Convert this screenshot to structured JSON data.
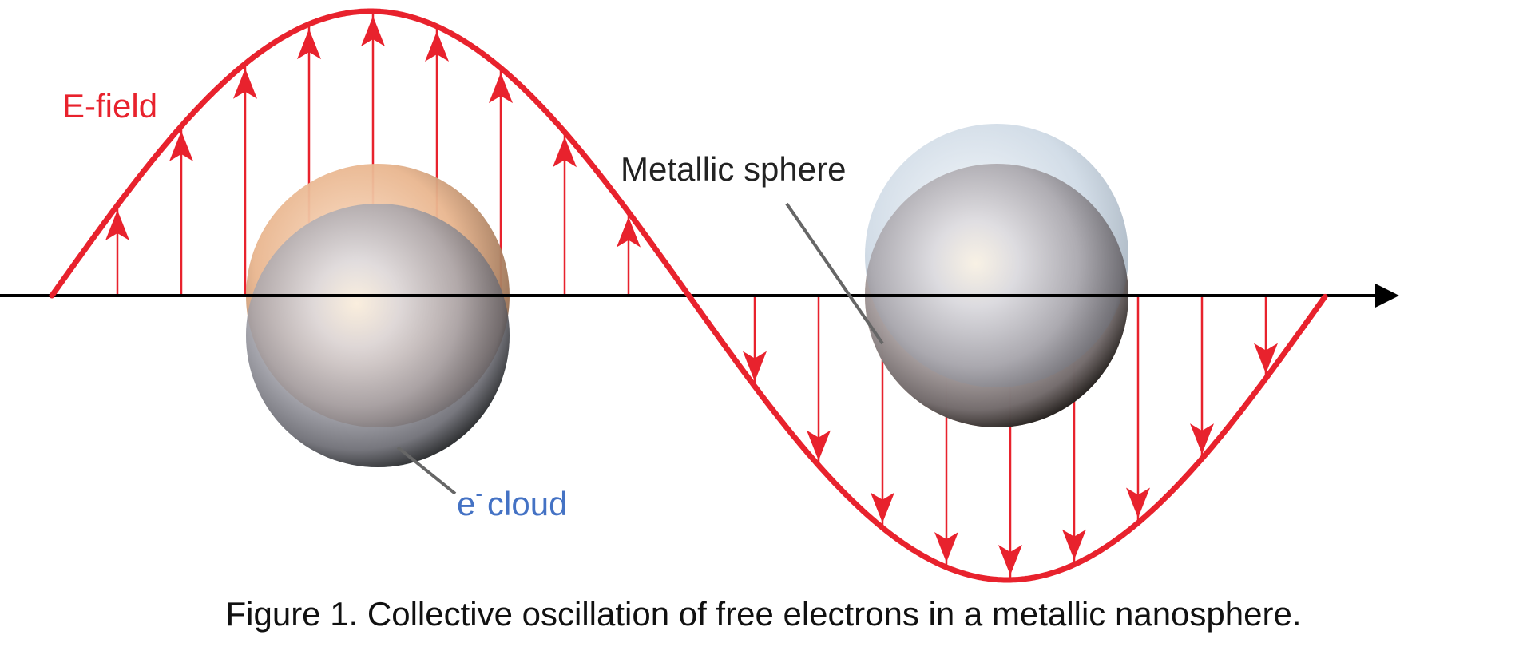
{
  "labels": {
    "efield": "E-field",
    "metallic_sphere": "Metallic sphere",
    "cloud_symbol": "e",
    "cloud_superscript": "-",
    "cloud_text": "cloud"
  },
  "caption": "Figure 1. Collective oscillation of free electrons in a metallic nanosphere.",
  "colors": {
    "field": "#e8222d",
    "axis": "#000000",
    "efield_label": "#e8222d",
    "sphere_label": "#222222",
    "cloud_label": "#4472c4",
    "leader_line": "#666666"
  },
  "icons": [
    "propagation-axis-arrow",
    "field-vector-arrows",
    "metallic-sphere",
    "electron-cloud"
  ]
}
